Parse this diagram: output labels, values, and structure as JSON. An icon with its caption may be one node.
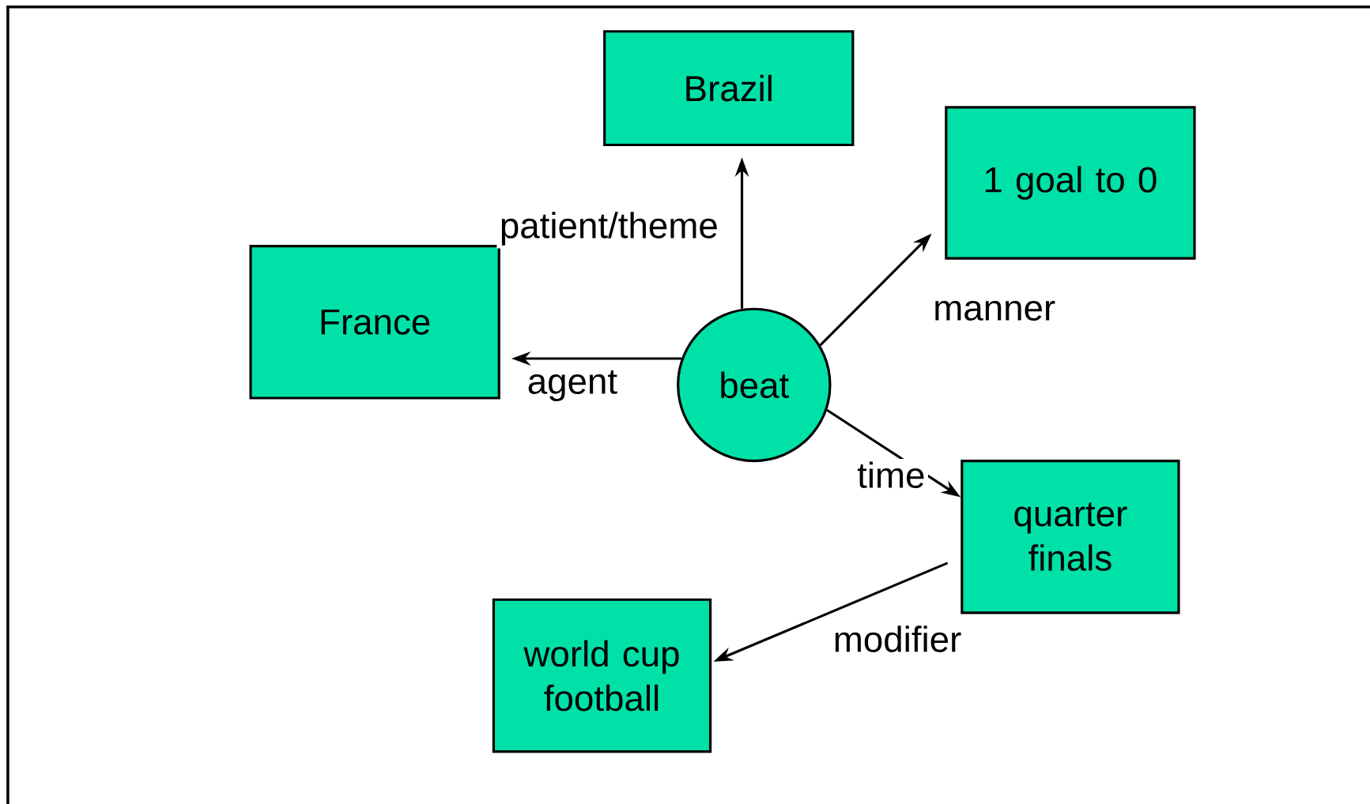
{
  "diagram": {
    "nodes": [
      {
        "text": [
          "Brazil"
        ]
      },
      {
        "text": [
          "1 goal to 0"
        ]
      },
      {
        "text": [
          "France"
        ]
      },
      {
        "text": [
          "beat"
        ]
      },
      {
        "text": [
          "quarter finals"
        ]
      },
      {
        "text": [
          "world cup football"
        ]
      }
    ],
    "edges": [
      {
        "from": 3,
        "to": 0,
        "arrow": "to",
        "label": "patient/theme"
      },
      {
        "from": 3,
        "to": 1,
        "arrow": "to",
        "label": "manner"
      },
      {
        "from": 3,
        "to": 2,
        "arrow": "to",
        "label": "agent"
      },
      {
        "from": 3,
        "to": 4,
        "arrow": "to",
        "label": "time"
      },
      {
        "from": 4,
        "to": 5,
        "arrow": "to",
        "label": "modifier"
      }
    ]
  }
}
